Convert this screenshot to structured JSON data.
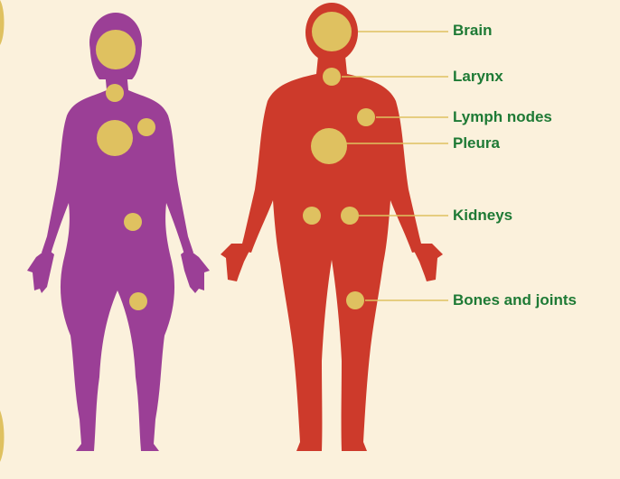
{
  "colors": {
    "background": "#fbf1dc",
    "female_body": "#9b3f96",
    "male_body": "#cd3a2b",
    "organ_spot": "#dfc160",
    "label_text": "#1e7a35",
    "connector": "#dfc160"
  },
  "labels": {
    "brain": "Brain",
    "larynx": "Larynx",
    "lymph_nodes": "Lymph nodes",
    "pleura": "Pleura",
    "kidneys": "Kidneys",
    "bones_joints": "Bones and joints"
  }
}
